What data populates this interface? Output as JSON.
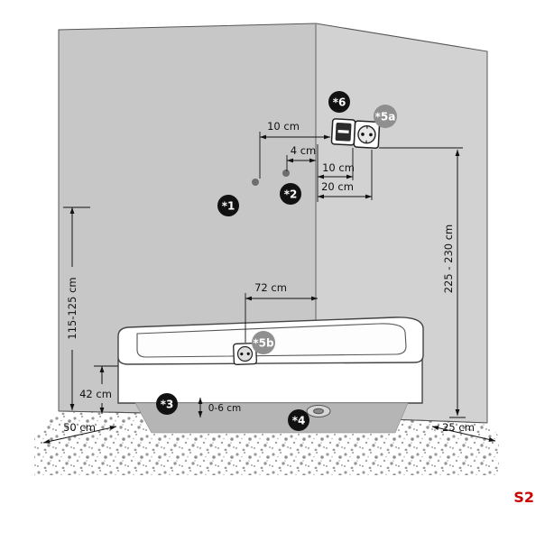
{
  "sheet_code": "S2",
  "colors": {
    "wall_left": "#c7c7c7",
    "wall_right": "#d2d2d2",
    "marker_black": "#111111",
    "marker_gray": "#8f8f8f",
    "accent_red": "#cc0000"
  },
  "dimensions": {
    "ceiling_offset": "10 cm",
    "fixture_gap": "4 cm",
    "corner_to_switch": "10 cm",
    "corner_to_socket": "20 cm",
    "control_height": "115-125 cm",
    "tub_socket_offset": "72 cm",
    "socket_height": "225 - 230 cm",
    "tub_height": "42 cm",
    "foot_adjust": "0-6 cm",
    "floor_left": "50 cm",
    "floor_right": "25 cm"
  },
  "markers": {
    "one": "*1",
    "two": "*2",
    "three": "*3",
    "four": "*4",
    "five_a": "*5a",
    "five_b": "*5b",
    "six": "*6"
  }
}
